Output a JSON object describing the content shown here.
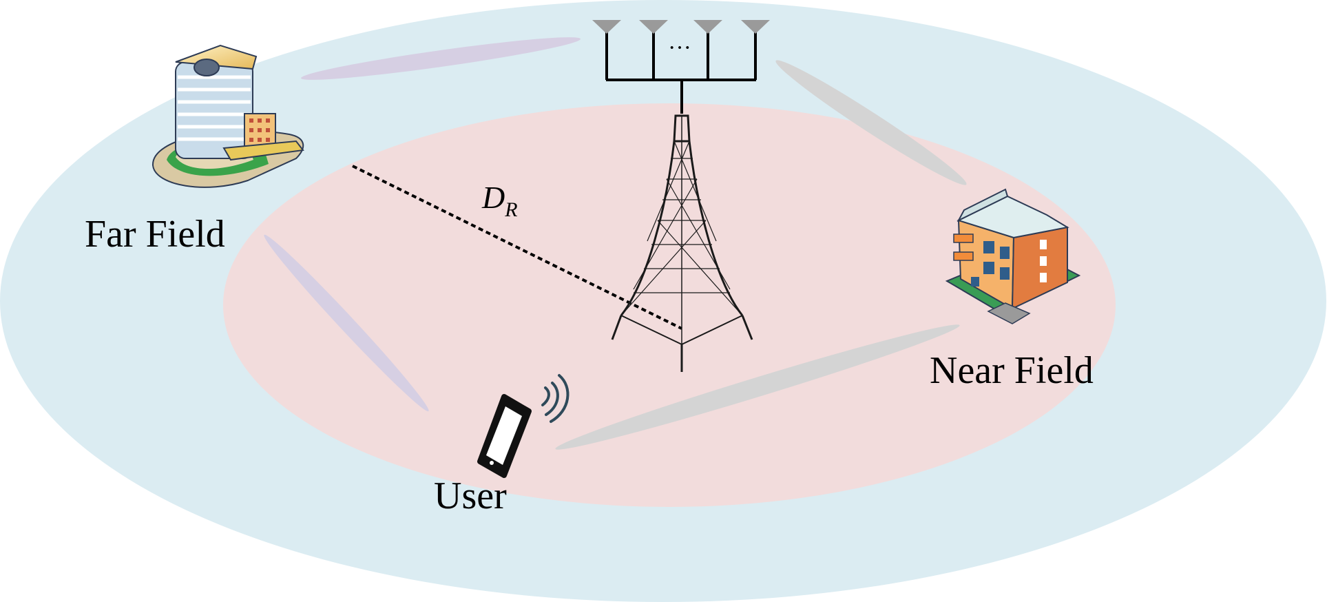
{
  "labels": {
    "far_field": "Far Field",
    "near_field": "Near Field",
    "user": "User",
    "distance_symbol": "D",
    "distance_subscript": "R",
    "array_dots": "···"
  },
  "colors": {
    "far_field_region": "#dbecf2",
    "near_field_region": "#f2dcdc",
    "beam_far": "#d6cfe3",
    "beam_near": "#d4d4d4",
    "antenna_element": "#9a9a9a",
    "tower_lines": "#1a1a1a",
    "text": "#000000"
  },
  "icons": {
    "far_building": "office-building-icon",
    "near_building": "apartment-building-icon",
    "phone": "smartphone-icon",
    "signal": "wifi-signal-icon",
    "tower": "base-station-tower-icon",
    "array": "antenna-array-icon"
  }
}
